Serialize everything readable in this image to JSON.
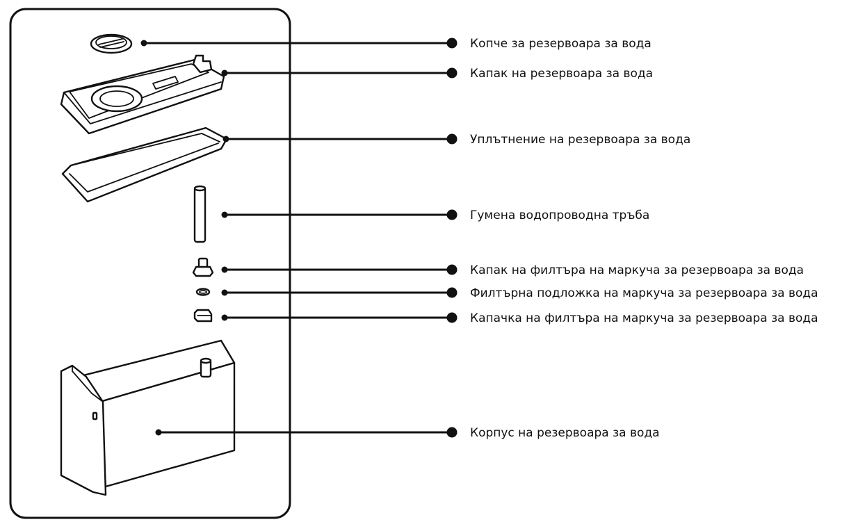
{
  "callouts": [
    {
      "id": "knob",
      "label": "Копче за резервоара за вода"
    },
    {
      "id": "lid",
      "label": "Капак на резервоара за вода"
    },
    {
      "id": "seal",
      "label": "Уплътнение на резервоара за вода"
    },
    {
      "id": "rubber-pipe",
      "label": "Гумена водопроводна тръба"
    },
    {
      "id": "hose-filter-cover",
      "label": "Капак на филтъра на маркуча за резервоара за вода"
    },
    {
      "id": "hose-filter-pad",
      "label": "Филтърна подложка на маркуча за резервоара за вода"
    },
    {
      "id": "hose-filter-cap",
      "label": "Капачка на филтъра на маркуча за резервоара за вода"
    },
    {
      "id": "tank-body",
      "label": "Корпус на резервоара за вода"
    }
  ]
}
